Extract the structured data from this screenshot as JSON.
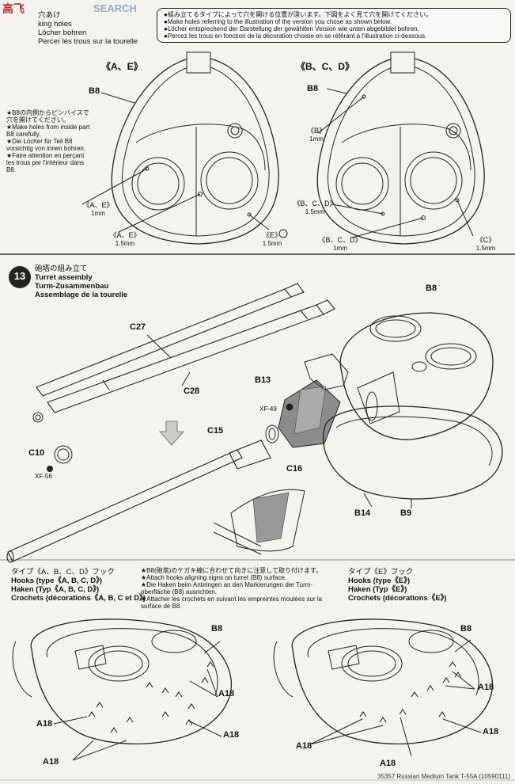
{
  "watermark": {
    "text": "SEARCH",
    "logo_cn": "高飞"
  },
  "step12": {
    "title_jp": "穴あけ",
    "title_lines": [
      "king holes",
      "Löcher bohren",
      "Percer les trous sur la tourelle"
    ],
    "note": [
      "●組み立てるタイプによって穴を開ける位置が違います。下図をよく見て穴を開けてください。",
      "●Make holes referring to the illustration of the version you chose as shown below.",
      "●Löcher entsprechend der Darstellung der gewählten Version wie unten abgebildet bohren.",
      "●Percez les trous en fonction de la décoration choisie en se référant à l'illustration ci-dessous."
    ],
    "side_note": [
      "★B8の内側からピンバイスで穴を開けてください。",
      "★Make holes from inside part B8 carefully.",
      "★Die Löcher für Teil B8 vorsichtig von innen bohren.",
      "★Faire attention en perçant les trous par l'intérieur dans B8."
    ],
    "left_title": "《A、E》",
    "right_title": "《B、C、D》",
    "labels": {
      "b8": "B8",
      "ae": "《A、E》",
      "ae_size": "1mm",
      "ae2": "《A、E》",
      "ae2_size": "1.5mm",
      "e": "《E》",
      "e_size": "1.5mm",
      "b": "《B》",
      "b_size": "1mm",
      "bcd1": "《B、C、D》",
      "bcd1_size": "1.5mm",
      "bcd2": "《B、C、D》",
      "bcd2_size": "1mm",
      "c": "《C》",
      "c_size": "1.5mm"
    }
  },
  "step13": {
    "number": "13",
    "title_lines": [
      "砲塔の組み立て",
      "Turret assembly",
      "Turm-Zusammenbau",
      "Assemblage de la tourelle"
    ],
    "parts": {
      "b8": "B8",
      "c27": "C27",
      "c28": "C28",
      "b13": "B13",
      "xf49": "XF-49",
      "c15": "C15",
      "c16": "C16",
      "c10": "C10",
      "xf56": "XF-56",
      "b14": "B14",
      "b9": "B9"
    }
  },
  "hooks": {
    "left_title": [
      "タイプ《A、B、C、D》フック",
      "Hooks (type《A, B, C, D》)",
      "Haken (Typ《A, B, C, D》)",
      "Crochets (décorations《A, B, C et D》)"
    ],
    "right_title": [
      "タイプ《E》フック",
      "Hooks (type《E》)",
      "Haken (Typ《E》)",
      "Crochets (décorations《E》)"
    ],
    "note": [
      "★B8(砲塔)のケガキ線に合わせて向きに注意して取り付けます。",
      "★Attach hooks aligning signs on turret (B8) surface.",
      "★Die Haken beim Anbringen an den Markierungen der Turm-oberfläche (B8) ausrichten.",
      "★Attacher les crochets en suivant les empreintes moulées sur la surface de B8."
    ],
    "b8": "B8",
    "a18": "A18"
  },
  "footer": "35357 Russian Medium Tank T-55A (10590111)"
}
